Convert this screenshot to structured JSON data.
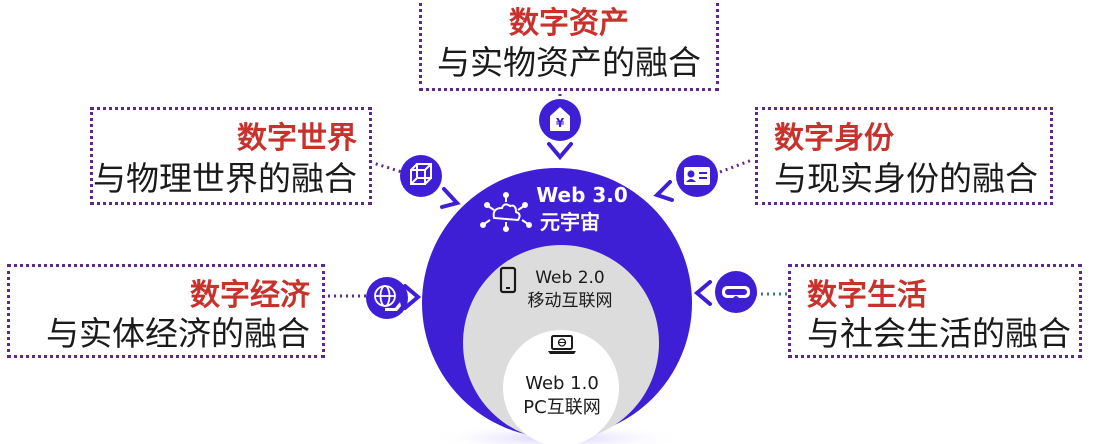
{
  "colors": {
    "accent_purple": "#3f1fd6",
    "dark_purple": "#5b2a8c",
    "red_title": "#c8322d",
    "gray_ring": "#dcdcdc",
    "white": "#ffffff"
  },
  "center": {
    "outer": {
      "title": "Web 3.0",
      "subtitle": "元宇宙",
      "icon": "metaverse-network-icon"
    },
    "middle": {
      "title": "Web 2.0",
      "subtitle": "移动互联网",
      "icon": "smartphone-icon"
    },
    "inner": {
      "title": "Web 1.0",
      "subtitle": "PC互联网",
      "icon": "laptop-icon"
    }
  },
  "items": {
    "top": {
      "title": "数字资产",
      "subtitle": "与实物资产的融合",
      "icon": "yuan-tag-icon"
    },
    "upper_left": {
      "title": "数字世界",
      "subtitle": "与物理世界的融合",
      "icon": "cube-icon"
    },
    "upper_right": {
      "title": "数字身份",
      "subtitle": "与现实身份的融合",
      "icon": "id-card-icon"
    },
    "lower_left": {
      "title": "数字经济",
      "subtitle": "与实体经济的融合",
      "icon": "globe-hand-icon"
    },
    "lower_right": {
      "title": "数字生活",
      "subtitle": "与社会生活的融合",
      "icon": "vr-headset-icon"
    }
  }
}
